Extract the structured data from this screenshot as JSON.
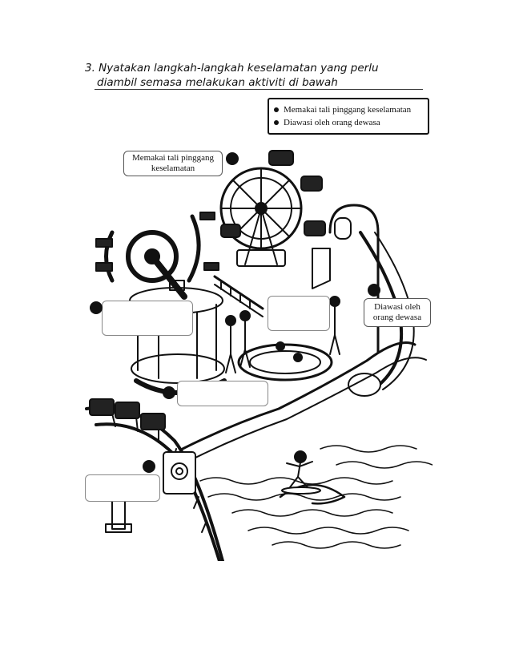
{
  "question": {
    "line1": "3. Nyatakan langkah-langkah keselamatan yang perlu",
    "line2": "diambil semasa melakukan aktiviti di bawah"
  },
  "legend": {
    "items": [
      "Memakai tali pinggang keselamatan",
      "Diawasi oleh orang dewasa"
    ]
  },
  "labels": {
    "ferris": "Memakai tali pinggang keselamatan",
    "slide": "Diawasi oleh orang dewasa"
  }
}
